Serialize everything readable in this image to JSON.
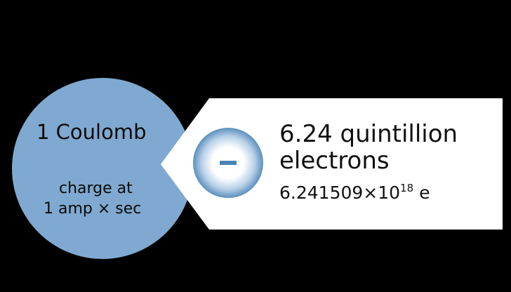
{
  "coulomb": {
    "title": "1 Coulomb",
    "subtitle_line1": "charge at",
    "subtitle_line2": "1 amp × sec",
    "circle_color": "#7fa9d0"
  },
  "electron_box": {
    "line1": "6.24 quintillion",
    "line2": "electrons",
    "sci_mantissa": "6.241509×10",
    "sci_exponent": "18",
    "sci_unit": " e",
    "box_color": "#ffffff"
  },
  "electron_symbol": {
    "sign": "−",
    "accent_color": "#4a84b8"
  },
  "colors": {
    "background": "#000000",
    "text": "#111111"
  }
}
